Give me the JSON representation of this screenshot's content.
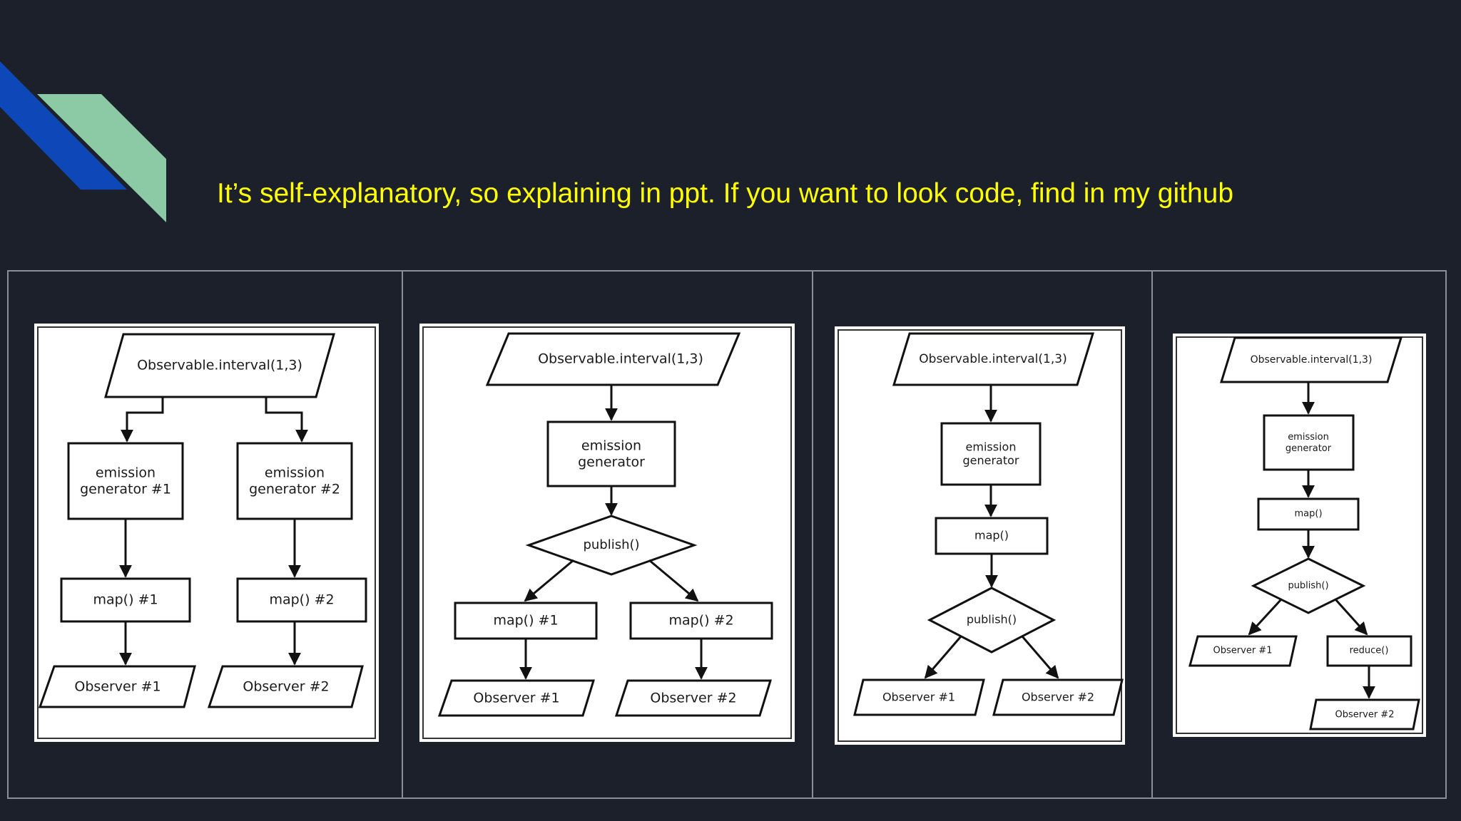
{
  "slide": {
    "title": "It’s self-explanatory, so explaining in ppt. If you want to look code, find in my github",
    "colors": {
      "background": "#1c202b",
      "title": "#ffff00",
      "accent_blue": "#0d47b8",
      "accent_green": "#8ccaa5",
      "table_border": "#8a8e96"
    }
  },
  "diagrams": [
    {
      "source": "Observable.interval(1,3)",
      "generator_1": "emission\ngenerator #1",
      "generator_2": "emission\ngenerator #2",
      "map_1": "map() #1",
      "map_2": "map() #2",
      "observer_1": "Observer #1",
      "observer_2": "Observer #2"
    },
    {
      "source": "Observable.interval(1,3)",
      "generator": "emission\ngenerator",
      "publish": "publish()",
      "map_1": "map() #1",
      "map_2": "map() #2",
      "observer_1": "Observer #1",
      "observer_2": "Observer #2"
    },
    {
      "source": "Observable.interval(1,3)",
      "generator": "emission\ngenerator",
      "map": "map()",
      "publish": "publish()",
      "observer_1": "Observer #1",
      "observer_2": "Observer #2"
    },
    {
      "source": "Observable.interval(1,3)",
      "generator": "emission\ngenerator",
      "map": "map()",
      "publish": "publish()",
      "observer_1": "Observer #1",
      "reduce": "reduce()",
      "observer_2": "Observer #2"
    }
  ]
}
